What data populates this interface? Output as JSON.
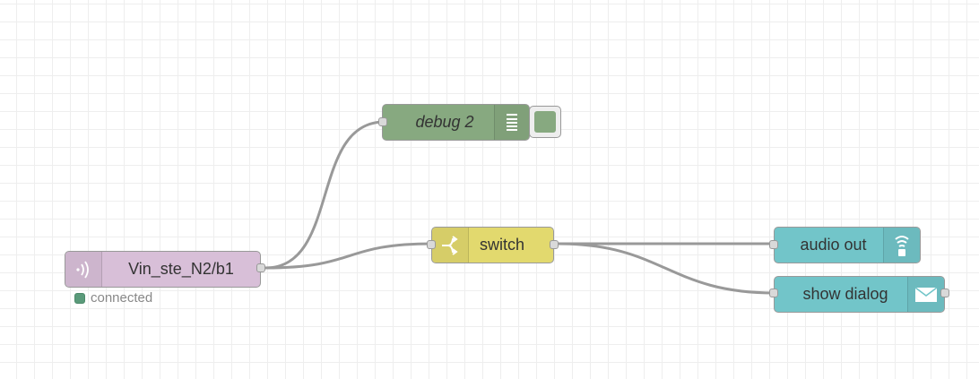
{
  "canvas": {
    "grid_color": "#eeeeee",
    "wire_color": "#999999"
  },
  "nodes": {
    "mqtt_in": {
      "label": "Vin_ste_N2/b1",
      "icon": "broadcast-icon",
      "color": "#d8bfd8",
      "status_text": "connected",
      "status_color": "#5a9a7a"
    },
    "debug": {
      "label": "debug 2",
      "icon": "list-icon",
      "color": "#87a980"
    },
    "switch": {
      "label": "switch",
      "icon": "switch-icon",
      "color": "#e2d96e"
    },
    "audio_out": {
      "label": "audio out",
      "icon": "speaker-icon",
      "color": "#72c5c9"
    },
    "show_dialog": {
      "label": "show dialog",
      "icon": "envelope-icon",
      "color": "#72c5c9"
    }
  }
}
